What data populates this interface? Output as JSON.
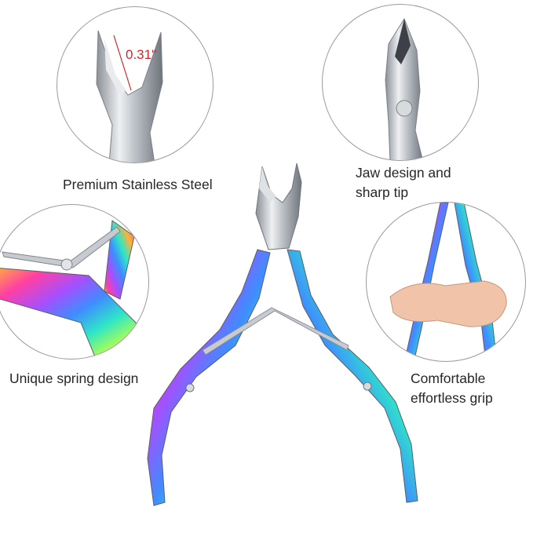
{
  "product": {
    "measurement": "0.31\"",
    "features": [
      {
        "label_line1": "Premium Stainless Steel",
        "label_line2": ""
      },
      {
        "label_line1": "Jaw design and",
        "label_line2": "sharp tip"
      },
      {
        "label_line1": "Unique spring design",
        "label_line2": ""
      },
      {
        "label_line1": "Comfortable",
        "label_line2": "effortless grip"
      }
    ]
  },
  "colors": {
    "steel": "#c9cdd2",
    "rainbow": [
      "#ff3fa4",
      "#a450ff",
      "#3f8cff",
      "#2ee6c8",
      "#b6ff4a",
      "#ffb13b"
    ],
    "measurement": "#d3262a",
    "circle_border": "#9a9a9a"
  }
}
